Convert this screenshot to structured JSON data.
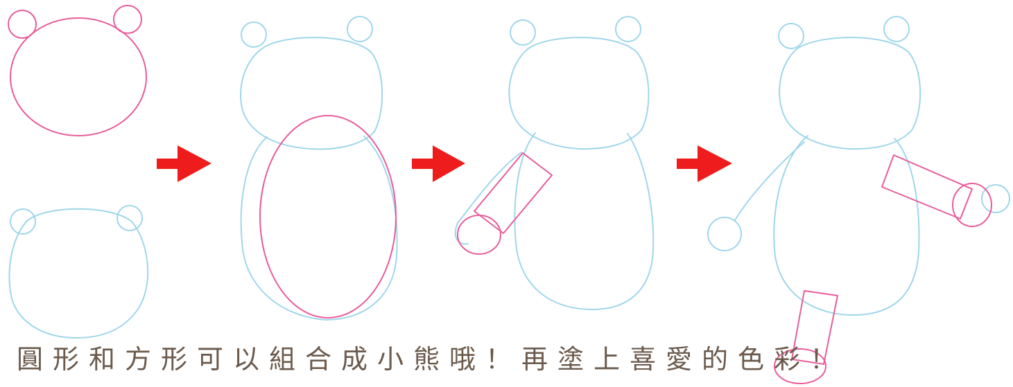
{
  "caption": "圓形和方形可以組合成小熊哦！再塗上喜愛的色彩！",
  "colors": {
    "guide_line": "#e85c9a",
    "sketch_line": "#9fd6ea",
    "arrow": "#ee1c1c",
    "caption_text": "#6b5a4c"
  },
  "steps": [
    {
      "step": 1,
      "new_shapes": [
        "head-circle",
        "ear-circles"
      ]
    },
    {
      "step": 2,
      "new_shapes": [
        "body-oval"
      ]
    },
    {
      "step": 3,
      "new_shapes": [
        "arm-rectangle",
        "paw-circle"
      ]
    },
    {
      "step": 4,
      "new_shapes": [
        "arm-rectangle",
        "paw-circle",
        "leg-rectangle",
        "foot-oval"
      ]
    }
  ],
  "arrows": [
    "arrow-right-icon",
    "arrow-right-icon",
    "arrow-right-icon"
  ]
}
